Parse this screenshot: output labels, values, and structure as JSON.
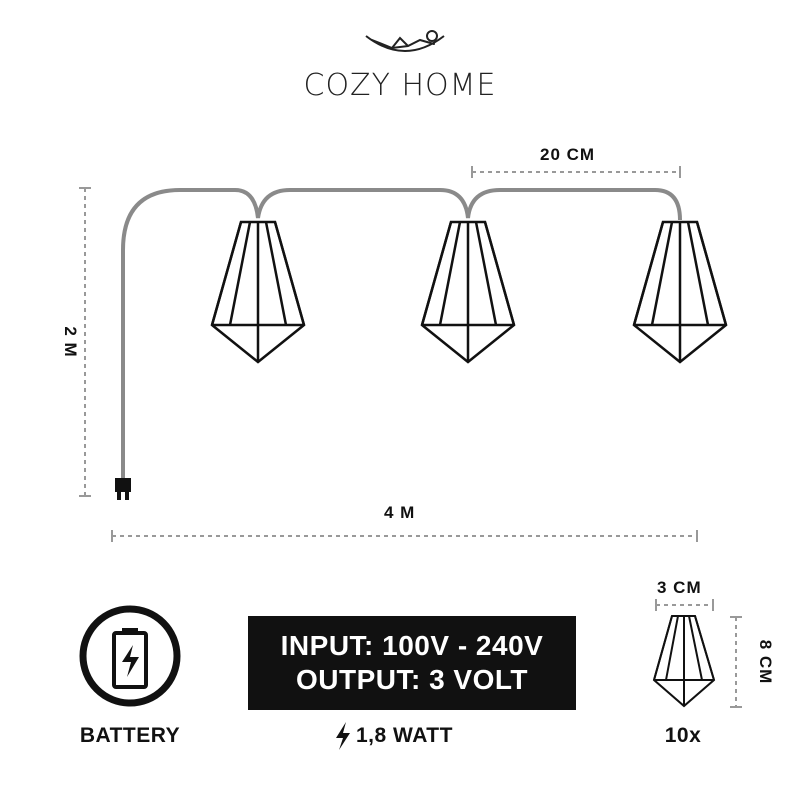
{
  "brand": {
    "name": "COZY HOME",
    "logo_icon": "hammock-person-icon"
  },
  "dimensions": {
    "spacing": "20 CM",
    "height": "2 M",
    "length": "4 M",
    "item_width": "3 CM",
    "item_height": "8 CM"
  },
  "specs": {
    "input": "INPUT: 100V - 240V",
    "output": "OUTPUT: 3 VOLT",
    "power": "1,8 WATT"
  },
  "battery": {
    "label": "BATTERY",
    "icon": "battery-charging-icon"
  },
  "quantity": "10x",
  "colors": {
    "cable": "#8a8a8a",
    "lantern": "#111111",
    "dashed": "#999999",
    "box": "#111111"
  }
}
